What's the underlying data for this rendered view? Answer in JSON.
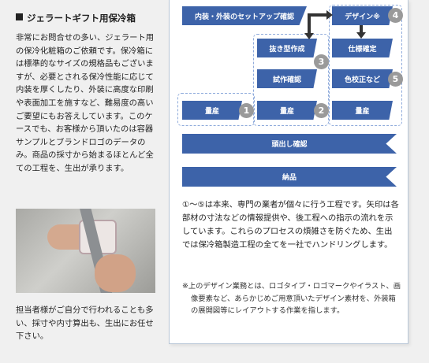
{
  "section": {
    "title": "ジェラートギフト用保冷箱",
    "description": "非常にお問合せの多い、ジェラート用の保冷化粧箱のご依頼です。保冷箱には標準的なサイズの規格品もございますが、必要とされる保冷性能に応じて内装を厚くしたり、外装に高度な印刷や表面加工を施すなど、難易度の高いご要望にもお答えしています。このケースでも、お客様から頂いたのは容器サンプルとブランドロゴのデータのみ。商品の採寸から始まるほとんど全ての工程を、生出が承ります。",
    "bottom_note": "担当者様がご自分で行われることも多い、採寸や内寸算出も、生出にお任せ下さい。"
  },
  "flow": {
    "setup": "内装・外装のセットアップ確認",
    "design": "デザイン※",
    "nukigata": "抜き型作成",
    "shiyou": "仕様確定",
    "shisaku": "試作確認",
    "kouseisei": "色校正など",
    "ryousan": "量産",
    "dashutsu": "頭出し確認",
    "nouhin": "納品",
    "badges": [
      "1",
      "2",
      "3",
      "4",
      "5"
    ]
  },
  "explanation": "①～⑤は本来、専門の業者が個々に行う工程です。矢印は各部材の寸法などの情報提供や、後工程への指示の流れを示しています。これらのプロセスの煩雑さを防ぐため、生出では保冷箱製造工程の全てを一社でハンドリングします。",
  "footnote": "※上のデザイン業務とは、ロゴタイプ・ロゴマークやイラスト、画像要素など、あらかじめご用意頂いたデザイン素材を、外装箱の展開図等にレイアウトする作業を指します。"
}
